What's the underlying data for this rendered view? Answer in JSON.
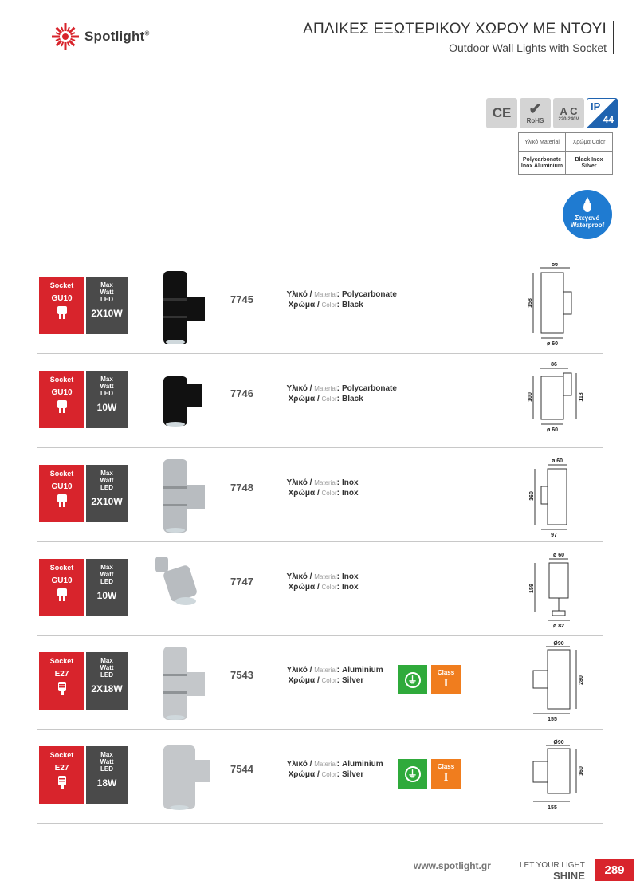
{
  "brand": {
    "name": "Spotlight",
    "reg": "®"
  },
  "header": {
    "title_gr": "ΑΠΛΙΚΕΣ ΕΞΩΤΕΡΙΚΟΥ ΧΩΡΟΥ ΜΕ ΝΤΟΥΙ",
    "title_en": "Outdoor Wall Lights with Socket"
  },
  "certs": {
    "ce": "CE",
    "rohs": "RoHS",
    "ac": "A C",
    "voltage": "220-240V",
    "ip": "IP",
    "ip_rating": "44"
  },
  "spec_table": {
    "material_hd": "Υλικό Material",
    "color_hd": "Χρώμα Color",
    "material_val": "Polycarbonate Inox Aluminium",
    "color_val": "Black Inox Silver"
  },
  "waterproof": {
    "gr": "Στεγανό",
    "en": "Waterproof"
  },
  "labels": {
    "socket": "Socket",
    "max_watt": "Max\nWatt\nLED",
    "material_gr": "Υλικό / ",
    "material_en": "Material",
    "color_gr": "Χρώμα / ",
    "color_en": "Color",
    "class": "Class",
    "class_num": "I",
    "earth": "⏚"
  },
  "products": [
    {
      "socket": "GU10",
      "watt": "2X10W",
      "code": "7745",
      "material": "Polycarbonate",
      "color": "Black",
      "dims": [
        "86",
        "158",
        "ø 60"
      ]
    },
    {
      "socket": "GU10",
      "watt": "10W",
      "code": "7746",
      "material": "Polycarbonate",
      "color": "Black",
      "dims": [
        "86",
        "100",
        "118",
        "ø 60"
      ]
    },
    {
      "socket": "GU10",
      "watt": "2X10W",
      "code": "7748",
      "material": "Inox",
      "color": "Inox",
      "dims": [
        "ø 60",
        "160",
        "97"
      ]
    },
    {
      "socket": "GU10",
      "watt": "10W",
      "code": "7747",
      "material": "Inox",
      "color": "Inox",
      "dims": [
        "ø 60",
        "159",
        "ø 82"
      ]
    },
    {
      "socket": "E27",
      "watt": "2X18W",
      "code": "7543",
      "material": "Aluminium",
      "color": "Silver",
      "dims": [
        "Ø90",
        "280",
        "155"
      ]
    },
    {
      "socket": "E27",
      "watt": "18W",
      "code": "7544",
      "material": "Aluminium",
      "color": "Silver",
      "dims": [
        "Ø90",
        "160",
        "155"
      ]
    }
  ],
  "footer": {
    "url": "www.spotlight.gr",
    "tag1": "LET YOUR LIGHT",
    "tag2": "SHINE",
    "page": "289"
  },
  "colors": {
    "red": "#d8242c",
    "dark": "#4a4a4a",
    "green": "#2faa3b",
    "orange": "#f07d1e",
    "blue": "#1f7bd1"
  }
}
